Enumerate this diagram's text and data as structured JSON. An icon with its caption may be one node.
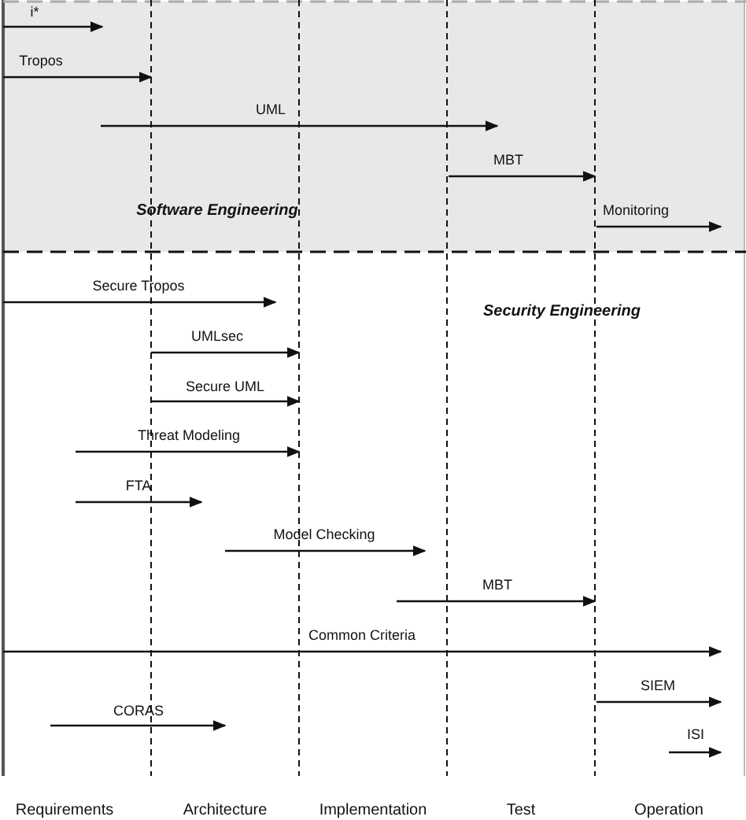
{
  "diagram": {
    "labels": [
      "i*",
      "Tropos",
      "UML",
      "MBT",
      "Software Engineering",
      "Monitoring",
      "Secure Tropos",
      "Security Engineering",
      "UMLsec",
      "Secure UML",
      "Threat Modeling",
      "FTA",
      "Model Checking",
      "MBT",
      "Common Criteria",
      "SIEM",
      "CORAS",
      "ISI",
      "Requirements",
      "Architecture",
      "Implementation",
      "Test",
      "Operation"
    ]
  }
}
